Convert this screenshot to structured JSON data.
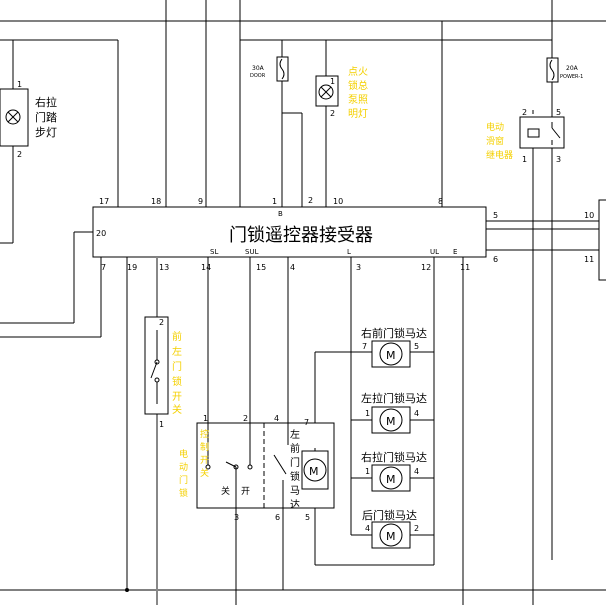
{
  "receiver": {
    "title": "门锁遥控器接受器",
    "top_pins": [
      "17",
      "18",
      "9",
      "1",
      "2",
      "10",
      "8"
    ],
    "left_pin": "20",
    "right_pins": [
      "5",
      "6"
    ],
    "bottom_pins": [
      "7",
      "19",
      "13",
      "14",
      "15",
      "4",
      "3",
      "12",
      "11"
    ],
    "inner_labels": [
      "B",
      "SL",
      "SUL",
      "L",
      "UL",
      "E"
    ]
  },
  "fuses": {
    "door": {
      "rating": "30A",
      "name": "DOOR"
    },
    "power": {
      "rating": "20A",
      "name": "POWER-1"
    }
  },
  "lamps": {
    "right_step_lamp": {
      "label": [
        "右拉",
        "门踏",
        "步灯"
      ],
      "pins": [
        "1",
        "2"
      ]
    },
    "ignition_lamp": {
      "label": [
        "点火",
        "锁总",
        "泵照",
        "明灯"
      ],
      "pins": [
        "1",
        "2"
      ]
    }
  },
  "relay": {
    "label": [
      "电动",
      "滑窗",
      "继电器"
    ],
    "pins": [
      "2",
      "5",
      "1",
      "3"
    ]
  },
  "side_connector": {
    "pins": [
      "10",
      "11"
    ]
  },
  "door_switch": {
    "label": [
      "前",
      "左",
      "门",
      "锁",
      "开",
      "关"
    ],
    "pins": [
      "2",
      "1"
    ]
  },
  "lock_switch": {
    "label": [
      "电",
      "动",
      "门",
      "锁"
    ],
    "label2": [
      "控",
      "制",
      "开",
      "关"
    ],
    "pins": [
      "1",
      "2",
      "4",
      "3",
      "6"
    ],
    "off": "关",
    "on": "开"
  },
  "front_left_motor": {
    "label": [
      "左",
      "前",
      "门",
      "锁",
      "马",
      "达"
    ],
    "pins": [
      "7",
      "5"
    ]
  },
  "motors": [
    {
      "label": "右前门锁马达",
      "pins": [
        "7",
        "5"
      ]
    },
    {
      "label": "左拉门锁马达",
      "pins": [
        "1",
        "4"
      ]
    },
    {
      "label": "右拉门锁马达",
      "pins": [
        "1",
        "4"
      ]
    },
    {
      "label": "后门锁马达",
      "pins": [
        "4",
        "2"
      ]
    }
  ],
  "motor_symbol": "M"
}
